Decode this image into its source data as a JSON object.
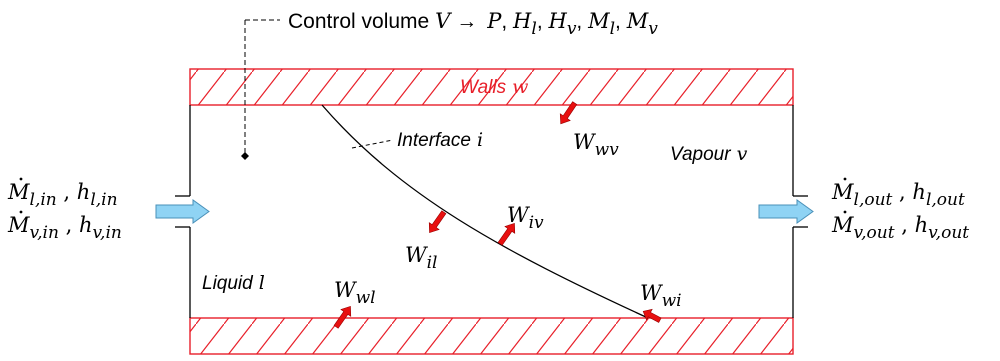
{
  "control_volume": {
    "label_prefix": "Control volume ",
    "V": "V",
    "arrow": "→",
    "P": "P",
    "comma": ", ",
    "H": "H",
    "M": "M",
    "l": "l",
    "v": "v"
  },
  "regions": {
    "walls_word": "Walls",
    "walls_sym": "w",
    "interface_word": "Interface",
    "interface_sym": "i",
    "vapour_word": "Vapour",
    "vapour_sym": "v",
    "liquid_word": "Liquid",
    "liquid_sym": "l"
  },
  "heat_flows": {
    "W": "W",
    "wv": "wv",
    "iv": "iv",
    "il": "il",
    "wl": "wl",
    "wi": "wi"
  },
  "inlet": {
    "M": "M",
    "h": "h",
    "l_in": "l,in",
    "v_in": "v,in",
    "sep": " , "
  },
  "outlet": {
    "M": "M",
    "h": "h",
    "l_out": "l,out",
    "v_out": "v,out",
    "sep": " , "
  },
  "colors": {
    "wall_red": "#e8202a",
    "arrow_red": "#e81010",
    "arrow_blue": "#8fd3f4",
    "text": "#000000",
    "walls_label": "#e8202a"
  }
}
